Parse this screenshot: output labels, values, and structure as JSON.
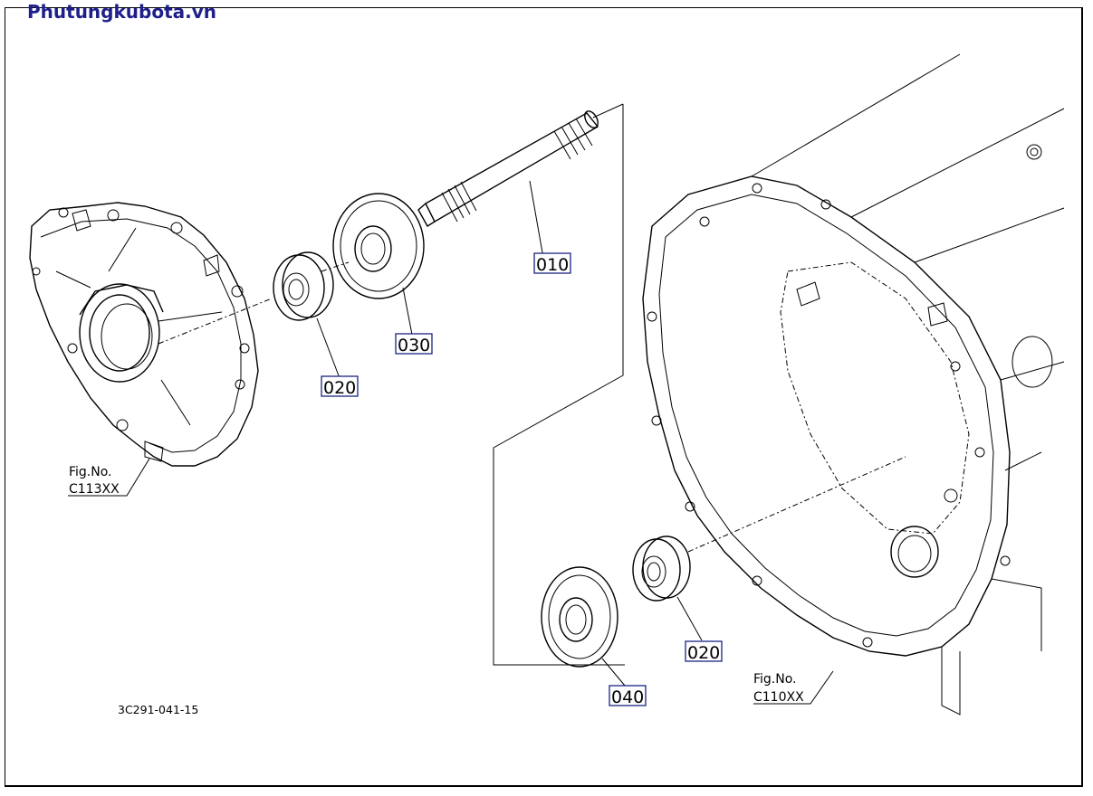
{
  "brand": "Phutungkubota.vn",
  "diagram_code": "3C291-041-15",
  "parts": [
    {
      "number": "010"
    },
    {
      "number": "020"
    },
    {
      "number": "030"
    },
    {
      "number": "020"
    },
    {
      "number": "040"
    }
  ],
  "figure_refs": [
    {
      "label": "Fig.No.",
      "code": "C113XX"
    },
    {
      "label": "Fig.No.",
      "code": "C110XX"
    }
  ],
  "colors": {
    "brand": "#1f1f8c",
    "callout_border": "#1a237e",
    "line": "#000000"
  }
}
